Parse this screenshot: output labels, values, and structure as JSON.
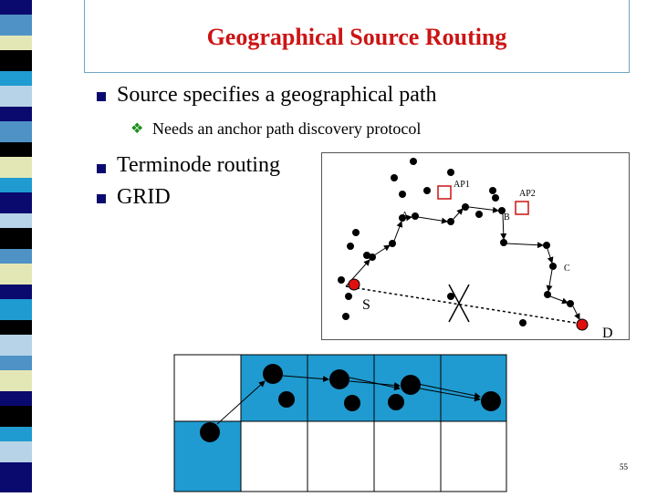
{
  "slide": {
    "title": "Geographical Source Routing",
    "page_number": "55",
    "accent_colors": {
      "title": "#cc1414",
      "bullet": "#0a0a6e",
      "diamond": "#1a8f1a",
      "grid_fill": "#1f9bd1"
    }
  },
  "bullets": [
    {
      "text": "Source specifies a geographical path",
      "icon": "square-bullet-icon"
    },
    {
      "text": "Needs an anchor path discovery protocol",
      "icon": "diamond-bullet-icon",
      "level": 2
    },
    {
      "text": "Terminode routing",
      "icon": "square-bullet-icon"
    },
    {
      "text": "GRID",
      "icon": "square-bullet-icon"
    }
  ],
  "terminode_diagram": {
    "labels": {
      "ap1": "AP1",
      "ap2": "AP2",
      "a": "A",
      "b": "B",
      "c": "C",
      "s": "S",
      "d": "D"
    },
    "icons": [
      "anchor-point-icon",
      "source-node-icon",
      "destination-node-icon",
      "cross-mark-icon"
    ]
  },
  "grid_diagram": {
    "rows": 2,
    "cols": 5,
    "filled_cells": [
      "0-1",
      "0-2",
      "0-3",
      "0-4",
      "1-0"
    ]
  }
}
